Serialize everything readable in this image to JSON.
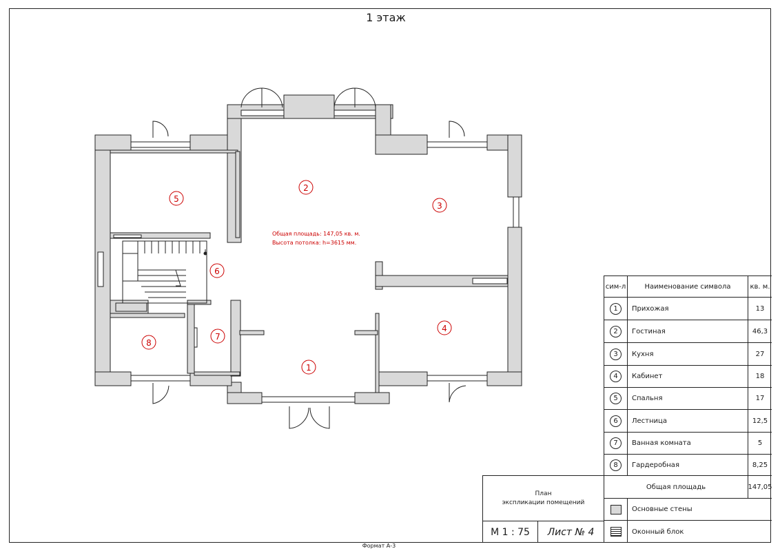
{
  "sheet": {
    "title": "1 этаж",
    "format_note": "Формат А-3"
  },
  "plan": {
    "summary_line1": "Общая площадь: 147,05 кв. м.",
    "summary_line2": "Высота потолка: h=3615 мм.",
    "summary_color": "#cc0000",
    "wall_color": "#d9d9d9",
    "room_markers": [
      "1",
      "2",
      "3",
      "4",
      "5",
      "6",
      "7",
      "8"
    ]
  },
  "explication": {
    "headers": [
      "сим-л",
      "Наименование символа",
      "кв. м."
    ],
    "rows": [
      {
        "symbol": "1",
        "name": "Прихожая",
        "area": "13"
      },
      {
        "symbol": "2",
        "name": "Гостиная",
        "area": "46,3"
      },
      {
        "symbol": "3",
        "name": "Кухня",
        "area": "27"
      },
      {
        "symbol": "4",
        "name": "Кабинет",
        "area": "18"
      },
      {
        "symbol": "5",
        "name": "Спальня",
        "area": "17"
      },
      {
        "symbol": "6",
        "name": "Лестница",
        "area": "12,5"
      },
      {
        "symbol": "7",
        "name": "Ванная комната",
        "area": "5"
      },
      {
        "symbol": "8",
        "name": "Гардеробная",
        "area": "8,25"
      }
    ],
    "total_label": "Общая площадь",
    "total_value": "147,05",
    "legend": [
      {
        "icon": "wall-swatch-icon",
        "label": "Основные стены"
      },
      {
        "icon": "window-block-icon",
        "label": "Оконный блок"
      }
    ]
  },
  "title_block": {
    "name_line1": "План",
    "name_line2": "экспликации помещений",
    "scale": "М 1 : 75",
    "sheet": "Лист № 4"
  }
}
